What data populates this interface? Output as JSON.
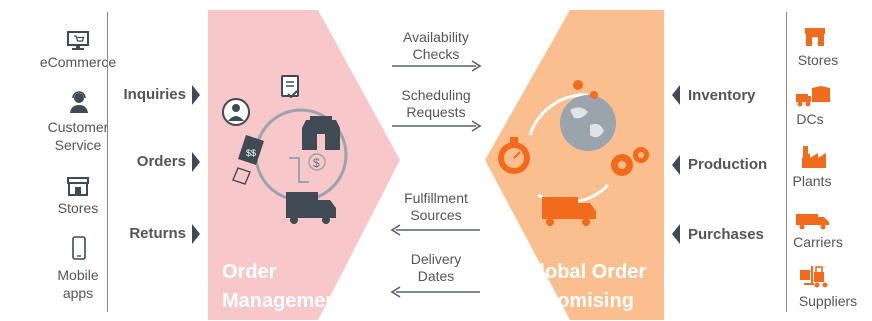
{
  "channels": [
    {
      "label": "eCommerce",
      "icon": "monitor-cart-icon"
    },
    {
      "label": "Customer\nService",
      "icon": "headset-agent-icon"
    },
    {
      "label": "Stores",
      "icon": "storefront-icon"
    },
    {
      "label": "Mobile\napps",
      "icon": "smartphone-icon"
    }
  ],
  "flows": [
    "Inquiries",
    "Orders",
    "Returns"
  ],
  "order_management": {
    "title": "Order\nManagement",
    "color": "#f7c7c9"
  },
  "global_order_promising": {
    "title": "Global Order\nPromising",
    "color": "#fbbf8f"
  },
  "middle_arrows": [
    {
      "label": "Availability\nChecks",
      "direction": "right"
    },
    {
      "label": "Scheduling\nRequests",
      "direction": "right"
    },
    {
      "label": "Fulfillment\nSources",
      "direction": "left"
    },
    {
      "label": "Delivery\nDates",
      "direction": "left"
    }
  ],
  "supply_inputs": [
    "Inventory",
    "Production",
    "Purchases"
  ],
  "supply_nodes": [
    {
      "label": "Stores",
      "icon": "store-icon"
    },
    {
      "label": "DCs",
      "icon": "truck-warehouse-icon"
    },
    {
      "label": "Plants",
      "icon": "factory-icon"
    },
    {
      "label": "Carriers",
      "icon": "truck-icon"
    },
    {
      "label": "Suppliers",
      "icon": "forklift-icon"
    }
  ],
  "colors": {
    "accent_orange": "#f26b1d",
    "icon_dark": "#3f4a55",
    "text": "#555555"
  }
}
